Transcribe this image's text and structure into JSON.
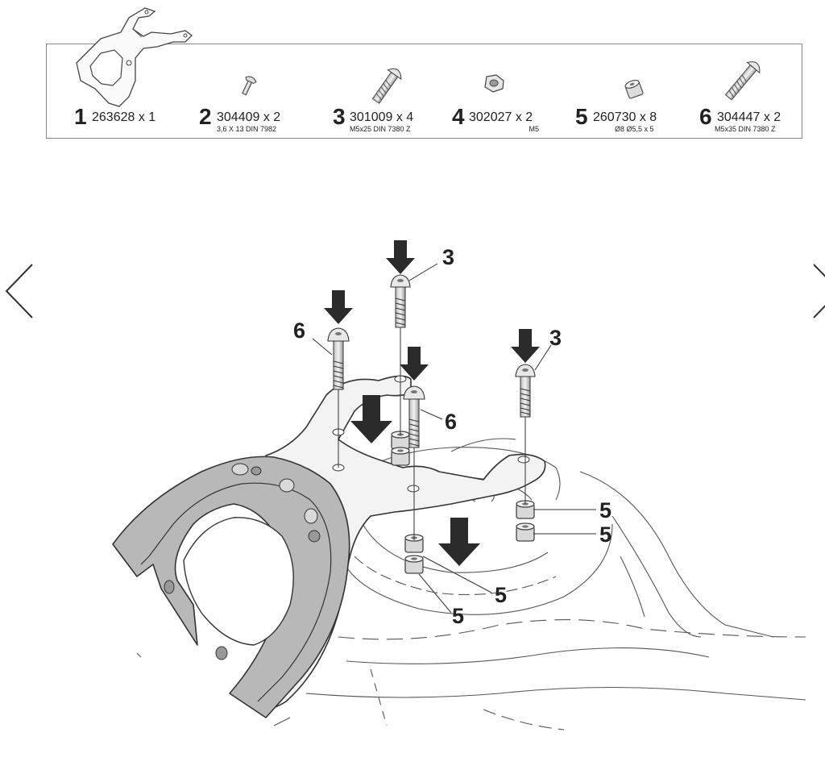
{
  "parts": [
    {
      "number": "1",
      "code": "263628 x 1",
      "spec": "",
      "icon": "bracket-plate-icon"
    },
    {
      "number": "2",
      "code": "304409 x 2",
      "spec": "3,6 X 13 DIN 7982",
      "icon": "screw-icon"
    },
    {
      "number": "3",
      "code": "301009 x 4",
      "spec": "M5x25 DIN 7380 Z",
      "icon": "bolt-icon"
    },
    {
      "number": "4",
      "code": "302027 x 2",
      "spec": "M5",
      "icon": "nut-icon"
    },
    {
      "number": "5",
      "code": "260730 x 8",
      "spec": "Ø8 Ø5,5 x 5",
      "icon": "spacer-icon"
    },
    {
      "number": "6",
      "code": "304447 x 2",
      "spec": "M5x35 DIN 7380 Z",
      "icon": "long-bolt-icon"
    }
  ],
  "callouts": {
    "c1": "3",
    "c2": "6",
    "c3": "3",
    "c4": "6",
    "c5": "5",
    "c6": "5",
    "c7": "5",
    "c8": "5"
  },
  "nav": {
    "prev_icon": "chevron-left-icon",
    "next_icon": "chevron-right-icon"
  }
}
